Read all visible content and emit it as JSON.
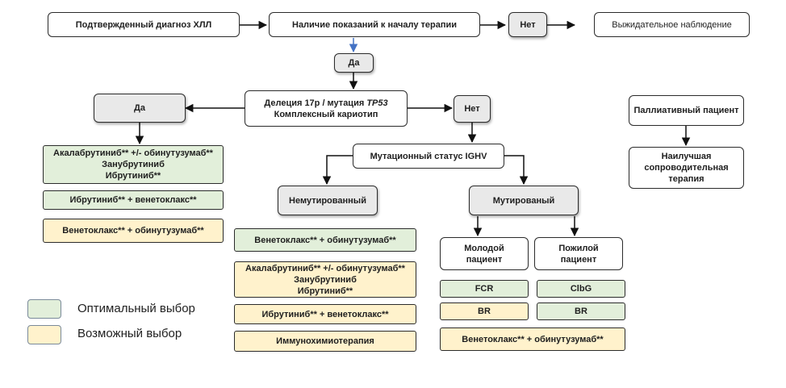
{
  "nodes": {
    "diagnosis": "Подтвержденный диагноз ХЛЛ",
    "indications": "Наличие показаний к началу терапии",
    "no_top": "Нет",
    "watchful": "Выжидательное наблюдение",
    "yes_top": "Да",
    "del17p_line1_a": "Делеция 17р / мутация ",
    "del17p_line1_b": "TP53",
    "del17p_line2": "Комплексный кариотип",
    "yes_left": "Да",
    "no_mid": "Нет",
    "ighv": "Мутационный статус IGHV",
    "unmutated": "Немутированный",
    "mutated": "Мутированый",
    "young": [
      "Молодой",
      "пациент"
    ],
    "elderly": [
      "Пожилой",
      "пациент"
    ],
    "palliative": "Паллиативный пациент",
    "best_care": [
      "Наилучшая",
      "сопроводительная",
      "терапия"
    ]
  },
  "treatments": {
    "left_1": [
      "Акалабрутиниб** +/- обинутузумаб**",
      "Занубрутиниб",
      "Ибрутиниб**"
    ],
    "left_2": "Ибрутиниб** + венетоклакс**",
    "left_3": "Венетоклакс** + обинутузумаб**",
    "mid_1": "Венетоклакс** + обинутузумаб**",
    "mid_2": [
      "Акалабрутиниб** +/- обинутузумаб**",
      "Занубрутиниб",
      "Ибрутиниб**"
    ],
    "mid_3": "Ибрутиниб** + венетоклакс**",
    "mid_4": "Иммунохимиотерапия",
    "young_1": "FCR",
    "young_2": "BR",
    "elderly_1": "ClbG",
    "elderly_2": "BR",
    "mut_bottom": "Венетоклакс** + обинутузумаб**"
  },
  "legend": {
    "optimal": "Оптимальный выбор",
    "possible": "Возможный выбор"
  },
  "colors": {
    "optimal": "#e2efda",
    "possible": "#fff2cc",
    "grey_box": "#e9e9e9",
    "accent_arrow": "#4472c4"
  }
}
